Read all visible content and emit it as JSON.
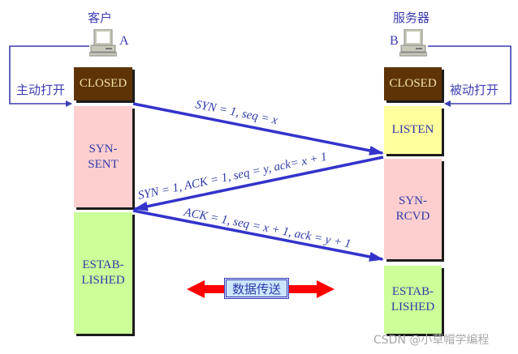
{
  "client": {
    "title": "客户",
    "label": "A",
    "action": "主动打开"
  },
  "server": {
    "title": "服务器",
    "label": "B",
    "action": "被动打开"
  },
  "client_states": [
    {
      "name": "CLOSED",
      "color": "#5e3306"
    },
    {
      "name": "SYN-\nSENT",
      "color": "#ffcfcf"
    },
    {
      "name": "ESTAB-\nLISHED",
      "color": "#ccff99"
    }
  ],
  "server_states": [
    {
      "name": "CLOSED",
      "color": "#5e3306"
    },
    {
      "name": "LISTEN",
      "color": "#ffff9e"
    },
    {
      "name": "SYN-\nRCVD",
      "color": "#ffcfcf"
    },
    {
      "name": "ESTAB-\nLISHED",
      "color": "#ccff99"
    }
  ],
  "messages": [
    {
      "label": "SYN = 1, seq = x",
      "direction": "A→B"
    },
    {
      "label": "SYN = 1, ACK = 1, seq = y, ack= x + 1",
      "direction": "B→A"
    },
    {
      "label": "ACK = 1, seq = x + 1, ack = y + 1",
      "direction": "A→B"
    }
  ],
  "data_transfer": {
    "label": "数据传送",
    "arrow_color": "#ff0000"
  },
  "colors": {
    "arrow": "#3333cc",
    "text": "#2f3aa8"
  },
  "watermark": "CSDN @小草帽学编程"
}
